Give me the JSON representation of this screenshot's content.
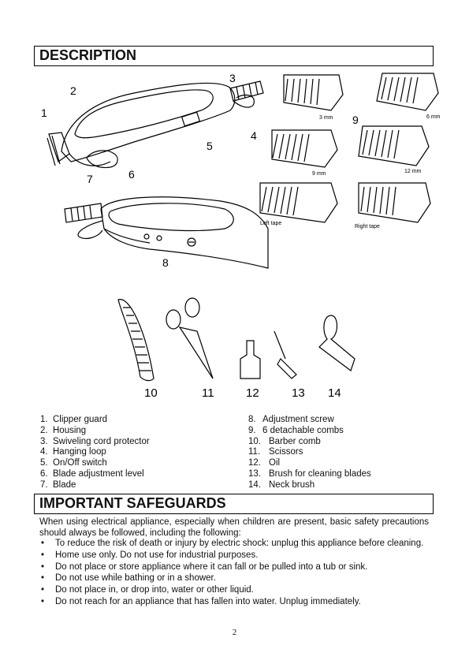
{
  "description": {
    "heading": "DESCRIPTION",
    "figure_numbers": [
      "1",
      "2",
      "3",
      "4",
      "5",
      "6",
      "7",
      "8",
      "9"
    ],
    "comb_sizes": [
      "3 mm",
      "6 mm",
      "9 mm",
      "12 mm"
    ],
    "comb_tapes": [
      "Left tape",
      "Right tape"
    ],
    "accessory_numbers": [
      "10",
      "11",
      "12",
      "13",
      "14"
    ],
    "parts_left": [
      {
        "num": "1.",
        "label": "Clipper guard"
      },
      {
        "num": "2.",
        "label": "Housing"
      },
      {
        "num": "3.",
        "label": "Swiveling cord protector"
      },
      {
        "num": "4.",
        "label": "Hanging loop"
      },
      {
        "num": "5.",
        "label": "On/Off switch"
      },
      {
        "num": "6.",
        "label": "Blade adjustment level"
      },
      {
        "num": "7.",
        "label": "Blade"
      }
    ],
    "parts_right": [
      {
        "num": "8.",
        "label": "Adjustment screw"
      },
      {
        "num": "9.",
        "label": "6 detachable combs"
      },
      {
        "num": "10.",
        "label": "Barber comb"
      },
      {
        "num": "11.",
        "label": "Scissors"
      },
      {
        "num": "12.",
        "label": "Oil"
      },
      {
        "num": "13.",
        "label": "Brush for cleaning blades"
      },
      {
        "num": "14.",
        "label": "Neck brush"
      }
    ]
  },
  "safeguards": {
    "heading": "IMPORTANT SAFEGUARDS",
    "intro": "When using electrical appliance, especially when children are present, basic safety precautions should always be followed, including the following:",
    "items": [
      "To reduce the risk of death or injury by electric shock: unplug this appliance before cleaning.",
      "Home use only. Do not use for industrial purposes.",
      "Do not place or store appliance where it can fall or be pulled into a tub or sink.",
      "Do not use while bathing or in a shower.",
      "Do not place in, or drop into, water or other liquid.",
      "Do not reach for an appliance that has fallen into water. Unplug immediately."
    ]
  },
  "page_number": "2"
}
